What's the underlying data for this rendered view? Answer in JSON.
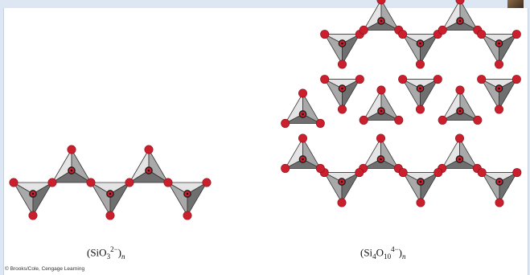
{
  "captions": {
    "left": {
      "open": "(SiO",
      "sub1": "3",
      "sup": "2−",
      "close": ")",
      "subn": "n"
    },
    "right": {
      "open": "(Si",
      "sub0": "4",
      "mid": "O",
      "sub1": "10",
      "sup": "4−",
      "close": ")",
      "subn": "n"
    }
  },
  "credit": "© Brooks/Cole, Cengage Learning",
  "colors": {
    "oxygen": "#cc1f2e",
    "tetra_dark": "#6f6f6f",
    "tetra_mid": "#a9a9a9",
    "tetra_light": "#e4e4e4",
    "edge": "#333333",
    "background": "#ffffff"
  }
}
